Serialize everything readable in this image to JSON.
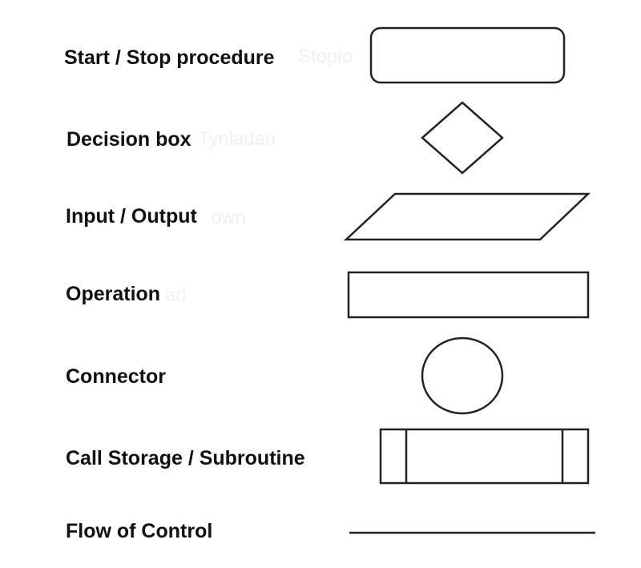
{
  "symbols": [
    {
      "label": "Start / Stop procedure",
      "shape": "rounded-rectangle"
    },
    {
      "label": "Decision box",
      "shape": "diamond"
    },
    {
      "label": "Input / Output",
      "shape": "parallelogram"
    },
    {
      "label": "Operation",
      "shape": "rectangle"
    },
    {
      "label": "Connector",
      "shape": "circle"
    },
    {
      "label": "Call Storage / Subroutine",
      "shape": "subroutine-box"
    },
    {
      "label": "Flow of Control",
      "shape": "line"
    }
  ],
  "watermarks": [
    "Stopio",
    "Tynladau",
    "own",
    "ad"
  ],
  "colors": {
    "stroke": "#222222",
    "text": "#111111",
    "background": "#ffffff"
  }
}
